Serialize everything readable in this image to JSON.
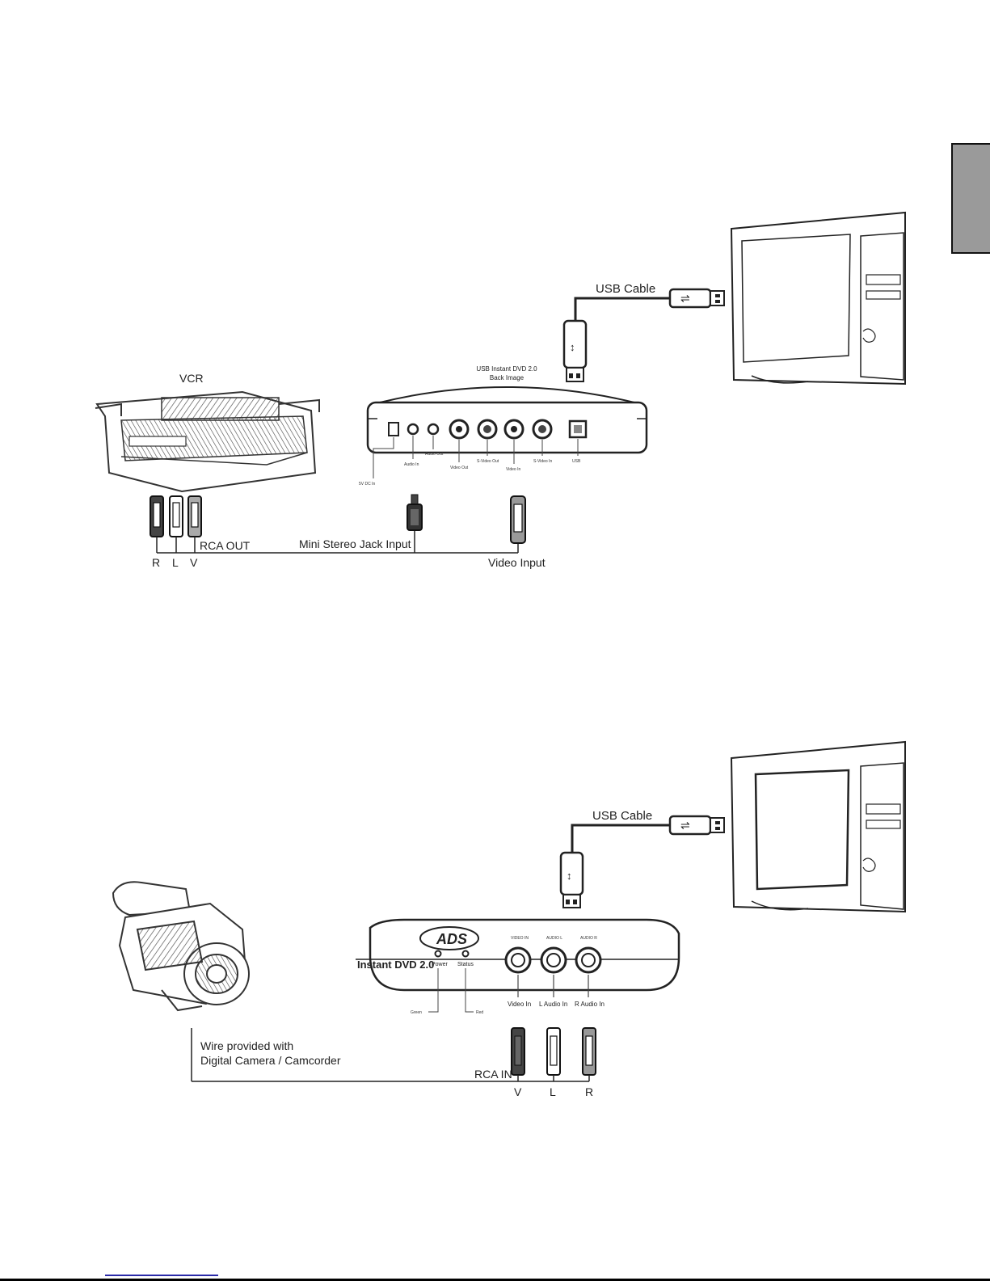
{
  "diagram1": {
    "usb_cable": "USB Cable",
    "vcr": "VCR",
    "device_title": [
      "USB Instant DVD 2.0",
      "Back Image"
    ],
    "port_labels": [
      "5V DC In",
      "Audio In",
      "Audio Out",
      "Video Out",
      "S-Video Out",
      "Video In",
      "S-Video In",
      "USB"
    ],
    "rca_out": "RCA OUT",
    "mini_jack": "Mini Stereo Jack Input",
    "video_input": "Video Input",
    "r": "R",
    "l": "L",
    "v": "V"
  },
  "diagram2": {
    "usb_cable": "USB Cable",
    "brand": "ADS",
    "model": "Instant DVD 2.0",
    "power": "Power",
    "status": "Status",
    "green": "Green",
    "red": "Red",
    "port_top": [
      "VIDEO IN",
      "AUDIO L",
      "AUDIO R"
    ],
    "video_in": "Video In",
    "l_audio_in": "L Audio In",
    "r_audio_in": "R Audio In",
    "wire_line1": "Wire provided with",
    "wire_line2": "Digital Camera / Camcorder",
    "rca_in": "RCA IN",
    "v": "V",
    "l": "L",
    "r": "R"
  }
}
